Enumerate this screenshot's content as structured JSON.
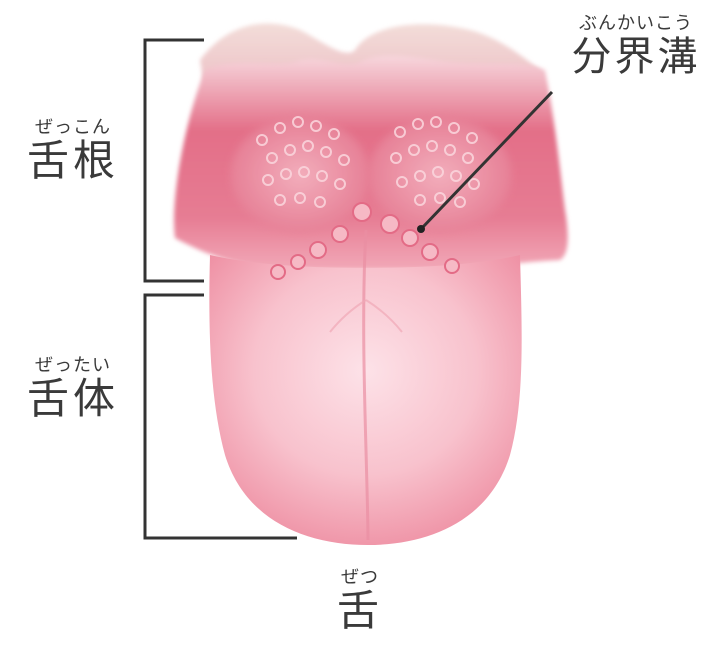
{
  "labels": {
    "root": {
      "ruby": "ぜっこん",
      "text": "舌根"
    },
    "body": {
      "ruby": "ぜったい",
      "text": "舌体"
    },
    "groove": {
      "ruby": "ぶんかいこう",
      "text": "分界溝"
    },
    "tongue": {
      "ruby": "ぜつ",
      "text": "舌"
    }
  },
  "colors": {
    "tongue_light": "#fbd3dc",
    "tongue_mid": "#f3a6b6",
    "tongue_dark": "#d9506e",
    "line": "#333333"
  }
}
